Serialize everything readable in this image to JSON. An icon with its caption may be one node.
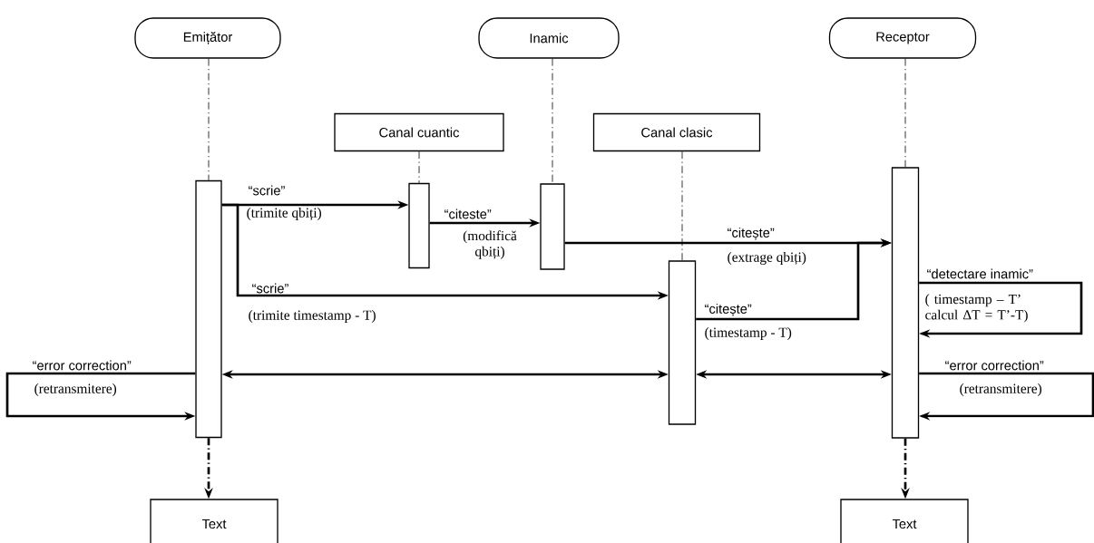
{
  "diagram": {
    "nodes": [
      {
        "text": [
          "Emițător"
        ]
      },
      {
        "text": [
          "Inamic"
        ]
      },
      {
        "text": [
          "Receptor"
        ]
      },
      {
        "text": [
          "Canal cuantic"
        ]
      },
      {
        "text": [
          "Canal clasic"
        ]
      },
      {
        "text": [],
        "shape": "bar"
      },
      {
        "text": [],
        "shape": "bar"
      },
      {
        "text": [],
        "shape": "bar"
      },
      {
        "text": [],
        "shape": "bar"
      },
      {
        "text": [],
        "shape": "bar"
      },
      {
        "text": [
          "Text"
        ]
      },
      {
        "text": [
          "Text"
        ]
      }
    ],
    "edges": [
      {
        "from": 0,
        "to": 5,
        "arrow": "none",
        "style": "dashed"
      },
      {
        "from": 3,
        "to": 6,
        "arrow": "none",
        "style": "dashed"
      },
      {
        "from": 1,
        "to": 7,
        "arrow": "none",
        "style": "dashed"
      },
      {
        "from": 4,
        "to": 8,
        "arrow": "none",
        "style": "dashed"
      },
      {
        "from": 2,
        "to": 9,
        "arrow": "none",
        "style": "dashed"
      },
      {
        "from": 5,
        "to": 6,
        "arrow": "to",
        "label": "“scrie”"
      },
      {
        "from": 5,
        "to": 8,
        "arrow": "to",
        "label": "“scrie”"
      },
      {
        "from": 6,
        "to": 7,
        "arrow": "to",
        "label": "“citeste”"
      },
      {
        "from": 7,
        "to": 9,
        "arrow": "to",
        "label": "“citește”"
      },
      {
        "from": 8,
        "to": 9,
        "arrow": "to",
        "label": "“citește”"
      },
      {
        "from": 9,
        "to": 9,
        "arrow": "to",
        "label": "“detectare inamic”"
      },
      {
        "from": 5,
        "to": 8,
        "arrow": "both"
      },
      {
        "from": 8,
        "to": 9,
        "arrow": "both"
      },
      {
        "from": 5,
        "to": 5,
        "arrow": "to",
        "label": "“error correction”"
      },
      {
        "from": 9,
        "to": 9,
        "arrow": "to",
        "label": "“error correction”"
      },
      {
        "from": 5,
        "to": 10,
        "arrow": "to",
        "style": "dashed"
      },
      {
        "from": 9,
        "to": 11,
        "arrow": "to",
        "style": "dashed"
      }
    ],
    "labels": [
      "(trimite qbiți)",
      "(modifică qbiți)",
      "(extrage qbiți)",
      "(trimite timestamp - T)",
      "(timestamp - T)",
      "( timestamp – T’ calcul ΔT = T’-T)",
      "(retransmitere)",
      "(retransmitere)"
    ]
  }
}
